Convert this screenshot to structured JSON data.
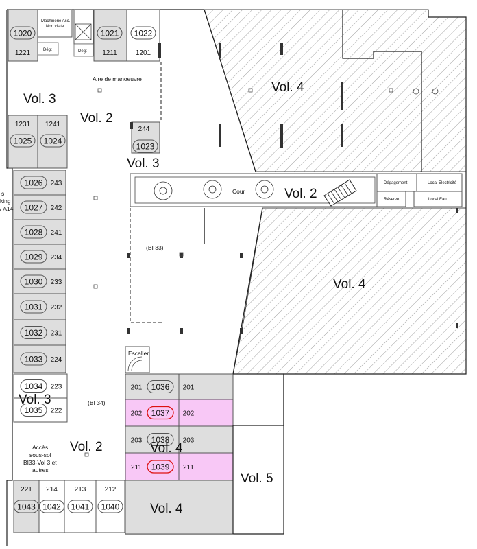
{
  "volumes": {
    "vol3_left_top": "Vol. 3",
    "vol2_top": "Vol. 2",
    "vol4_top": "Vol. 4",
    "vol3_mid": "Vol. 3",
    "vol2_cour": "Vol. 2",
    "vol4_right": "Vol. 4",
    "vol3_bottom": "Vol. 3",
    "vol2_bottom": "Vol. 2",
    "vol4_pink": "Vol. 4",
    "vol5": "Vol. 5",
    "vol4_bottom": "Vol. 4"
  },
  "labels": {
    "aire": "Aire de manoeuvre",
    "bi33": "(BI 33)",
    "bi34": "(BI 34)",
    "cour": "Cour",
    "escalier": "Escalier",
    "acces_1": "Accès",
    "acces_2": "sous-sol",
    "acces_3": "BI33-Vol 3 et",
    "acces_4": "autres",
    "machinerie_1": "Machinerie Asc.",
    "machinerie_2": "Non visite",
    "dgt1": "Dégt",
    "dgt2": "Dégt",
    "degagement": "Dégagement",
    "local_elec": "Local Electricité",
    "reserve": "Réserve",
    "local_eau": "Local Eau",
    "edge_1": "s",
    "edge_2": "king",
    "edge_3": "/ A14"
  },
  "top_units": [
    {
      "lot": "1020",
      "num": "1221"
    },
    {
      "lot": "1021",
      "num": "1211"
    },
    {
      "lot": "1022",
      "num": "1201"
    }
  ],
  "mid_units": [
    {
      "lot": "1025",
      "num": "1231"
    },
    {
      "lot": "1024",
      "num": "1241"
    },
    {
      "lot": "1023",
      "num": "244"
    }
  ],
  "left_units": [
    {
      "lot": "1026",
      "num": "243"
    },
    {
      "lot": "1027",
      "num": "242"
    },
    {
      "lot": "1028",
      "num": "241"
    },
    {
      "lot": "1029",
      "num": "234"
    },
    {
      "lot": "1030",
      "num": "233"
    },
    {
      "lot": "1031",
      "num": "232"
    },
    {
      "lot": "1032",
      "num": "231"
    },
    {
      "lot": "1033",
      "num": "224"
    },
    {
      "lot": "1034",
      "num": "223"
    },
    {
      "lot": "1035",
      "num": "222"
    }
  ],
  "block_units": [
    {
      "lot": "1036",
      "left": "201",
      "right": "201",
      "highlight": false
    },
    {
      "lot": "1037",
      "left": "202",
      "right": "202",
      "highlight": true
    },
    {
      "lot": "1038",
      "left": "203",
      "right": "203",
      "highlight": false
    },
    {
      "lot": "1039",
      "left": "211",
      "right": "211",
      "highlight": true
    }
  ],
  "bottom_units": [
    {
      "lot": "1043",
      "num": "221"
    },
    {
      "lot": "1042",
      "num": "214"
    },
    {
      "lot": "1041",
      "num": "213"
    },
    {
      "lot": "1040",
      "num": "212"
    }
  ],
  "colors": {
    "highlight": "#f8c8f6",
    "private_lot": "#dedede",
    "lot_marker_red": "#d11111"
  }
}
